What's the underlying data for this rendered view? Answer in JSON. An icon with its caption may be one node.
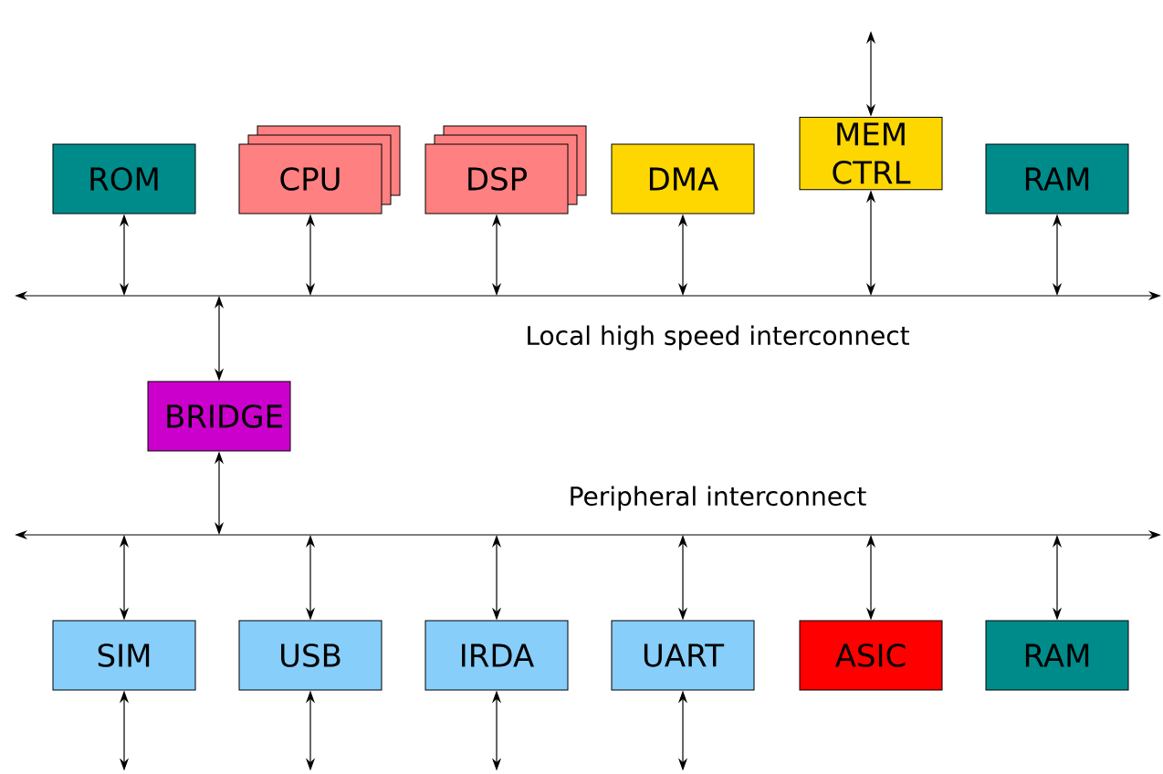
{
  "diagram": {
    "nodes": [
      {
        "text": [
          "ROM"
        ]
      },
      {
        "text": [
          "CPU"
        ]
      },
      {
        "text": [
          "DSP"
        ]
      },
      {
        "text": [
          "DMA"
        ]
      },
      {
        "text": [
          "MEM CTRL"
        ]
      },
      {
        "text": [
          "RAM"
        ]
      },
      {
        "text": [],
        "shape": "bar",
        "beside": [
          "Local high speed interconnect"
        ]
      },
      {
        "text": [
          "BRIDGE"
        ]
      },
      {
        "text": [],
        "shape": "bar",
        "beside": [
          "Peripheral interconnect"
        ]
      },
      {
        "text": [
          "SIM"
        ]
      },
      {
        "text": [
          "USB"
        ]
      },
      {
        "text": [
          "IRDA"
        ]
      },
      {
        "text": [
          "UART"
        ]
      },
      {
        "text": [
          "ASIC"
        ]
      },
      {
        "text": [
          "RAM"
        ]
      }
    ],
    "edges": [
      {
        "from": 0,
        "to": 6,
        "arrow": "both"
      },
      {
        "from": 1,
        "to": 6,
        "arrow": "both"
      },
      {
        "from": 2,
        "to": 6,
        "arrow": "both"
      },
      {
        "from": 3,
        "to": 6,
        "arrow": "both"
      },
      {
        "from": 4,
        "to": 6,
        "arrow": "both"
      },
      {
        "from": 5,
        "to": 6,
        "arrow": "both"
      },
      {
        "from": null,
        "to": 4,
        "arrow": "both"
      },
      {
        "from": 7,
        "to": 6,
        "arrow": "both"
      },
      {
        "from": 7,
        "to": 8,
        "arrow": "both"
      },
      {
        "from": 9,
        "to": 8,
        "arrow": "both"
      },
      {
        "from": 10,
        "to": 8,
        "arrow": "both"
      },
      {
        "from": 11,
        "to": 8,
        "arrow": "both"
      },
      {
        "from": 12,
        "to": 8,
        "arrow": "both"
      },
      {
        "from": 13,
        "to": 8,
        "arrow": "both"
      },
      {
        "from": 14,
        "to": 8,
        "arrow": "both"
      },
      {
        "from": 9,
        "to": null,
        "arrow": "both"
      },
      {
        "from": 10,
        "to": null,
        "arrow": "both"
      },
      {
        "from": 11,
        "to": null,
        "arrow": "both"
      },
      {
        "from": 12,
        "to": null,
        "arrow": "both"
      }
    ]
  }
}
